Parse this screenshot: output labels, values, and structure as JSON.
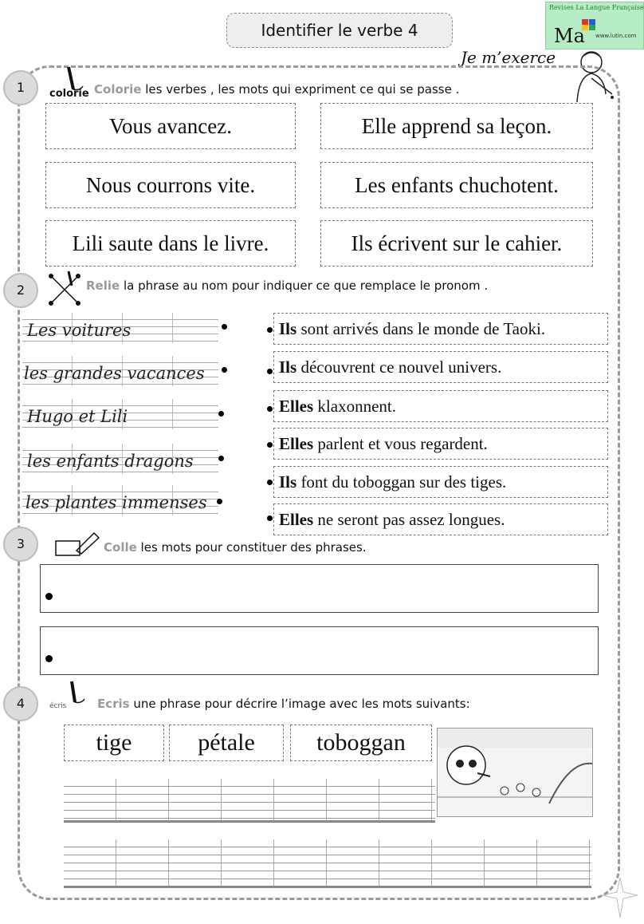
{
  "header": {
    "title": "Identifier le verbe 4",
    "logo_text": "Revises La Langue Française",
    "logo_ma": "Ma",
    "logo_url": "www.lutin.com",
    "subtitle": "Je m’exerce"
  },
  "section1": {
    "number": "1",
    "icon_label": "colorie",
    "keyword": "Colorie",
    "instruction": " les verbes , les mots qui expriment ce qui se passe .",
    "sentences": [
      "Vous avancez.",
      "Elle apprend sa leçon.",
      "Nous courrons vite.",
      "Les enfants chuchotent.",
      "Lili saute dans le livre.",
      "Ils écrivent sur le cahier."
    ]
  },
  "section2": {
    "number": "2",
    "keyword": "Relie",
    "instruction": " la phrase au nom pour indiquer ce que remplace le pronom .",
    "nouns": [
      "Les voitures",
      "les grandes vacances",
      "Hugo et Lili",
      "les enfants dragons",
      "les plantes immenses"
    ],
    "sentences": [
      {
        "pronoun": "Ils",
        "rest": " sont arrivés dans le monde de Taoki."
      },
      {
        "pronoun": "Ils",
        "rest": " découvrent ce nouvel univers."
      },
      {
        "pronoun": "Elles",
        "rest": " klaxonnent."
      },
      {
        "pronoun": "Elles",
        "rest": " parlent et vous regardent."
      },
      {
        "pronoun": "Ils",
        "rest": " font du toboggan sur des tiges."
      },
      {
        "pronoun": "Elles",
        "rest": " ne seront pas assez longues."
      }
    ]
  },
  "section3": {
    "number": "3",
    "keyword": "Colle",
    "instruction": " les mots pour constituer des phrases."
  },
  "section4": {
    "number": "4",
    "icon_label": "écris",
    "keyword": "Ecris",
    "instruction": " une phrase pour décrire l’image avec les mots suivants:",
    "words": [
      "tige",
      "pétale",
      "toboggan"
    ]
  }
}
